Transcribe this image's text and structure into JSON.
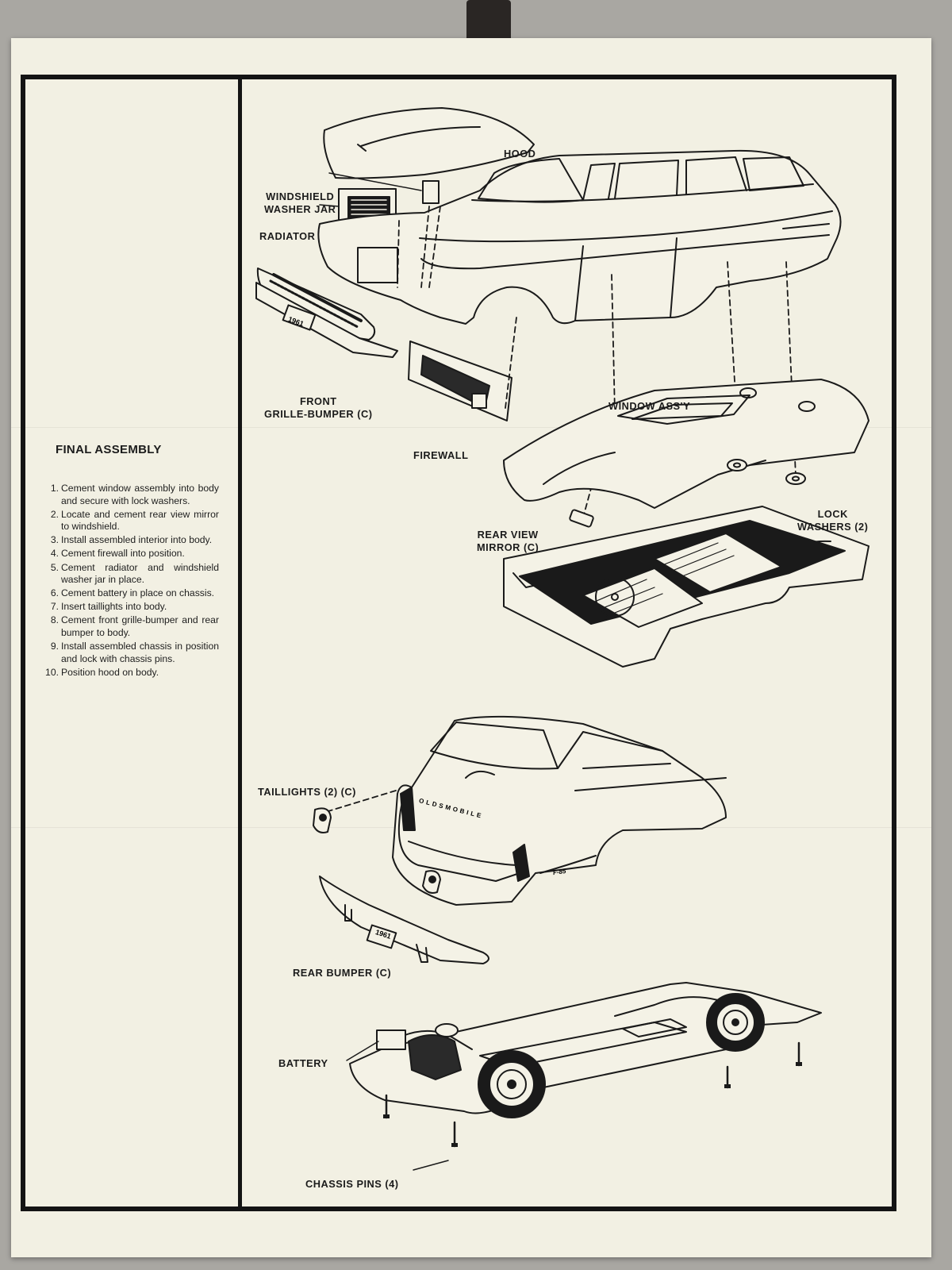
{
  "instructions": {
    "title": "FINAL ASSEMBLY",
    "steps": [
      {
        "num": "1.",
        "text": "Cement window assembly into body and secure with lock washers."
      },
      {
        "num": "2.",
        "text": "Locate and cement rear view mirror to windshield."
      },
      {
        "num": "3.",
        "text": "Install assembled interior into body."
      },
      {
        "num": "4.",
        "text": "Cement firewall into position."
      },
      {
        "num": "5.",
        "text": "Cement radiator and windshield washer jar in place."
      },
      {
        "num": "6.",
        "text": "Cement battery in place on chassis."
      },
      {
        "num": "7.",
        "text": "Insert taillights into body."
      },
      {
        "num": "8.",
        "text": "Cement front grille-bumper and rear bumper to body."
      },
      {
        "num": "9.",
        "text": "Install assembled chassis in position and lock with chassis pins."
      },
      {
        "num": "10.",
        "text": "Position hood on body."
      }
    ]
  },
  "labels": {
    "hood": "HOOD",
    "washer_jar_1": "WINDSHIELD",
    "washer_jar_2": "WASHER JAR",
    "radiator": "RADIATOR",
    "front_bumper_1": "FRONT",
    "front_bumper_2": "GRILLE-BUMPER (C)",
    "firewall": "FIREWALL",
    "window_assy": "WINDOW ASS'Y",
    "lock_washers_1": "LOCK",
    "lock_washers_2": "WASHERS (2)",
    "mirror_1": "REAR VIEW",
    "mirror_2": "MIRROR (C)",
    "taillights": "TAILLIGHTS (2) (C)",
    "rear_bumper": "REAR BUMPER (C)",
    "battery": "BATTERY",
    "chassis_pins": "CHASSIS PINS (4)"
  },
  "plates": {
    "front_plate": "1961",
    "rear_plate": "1961",
    "brand": "OLDSMOBILE",
    "model": "F-85"
  }
}
